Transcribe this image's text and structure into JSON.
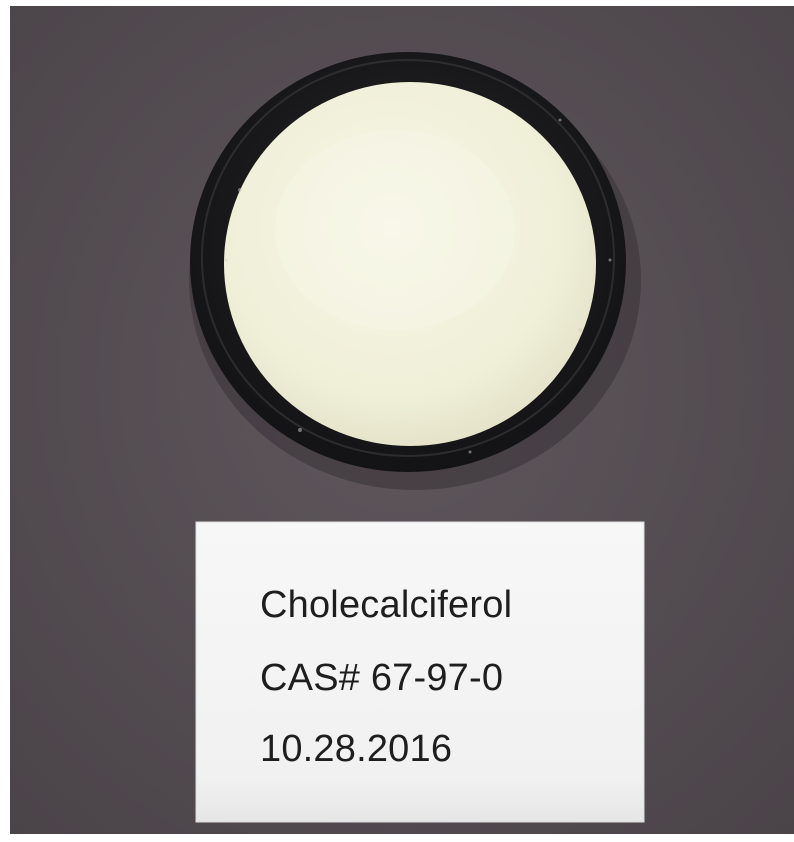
{
  "label": {
    "compound_name": "Cholecalciferol",
    "cas_number": "CAS# 67-97-0",
    "date": "10.28.2016"
  },
  "colors": {
    "background": "#5a5257",
    "container": "#1c1c1e",
    "powder": "#f2f1dc",
    "label_paper": "#f6f6f6",
    "text": "#1e1e1e"
  }
}
